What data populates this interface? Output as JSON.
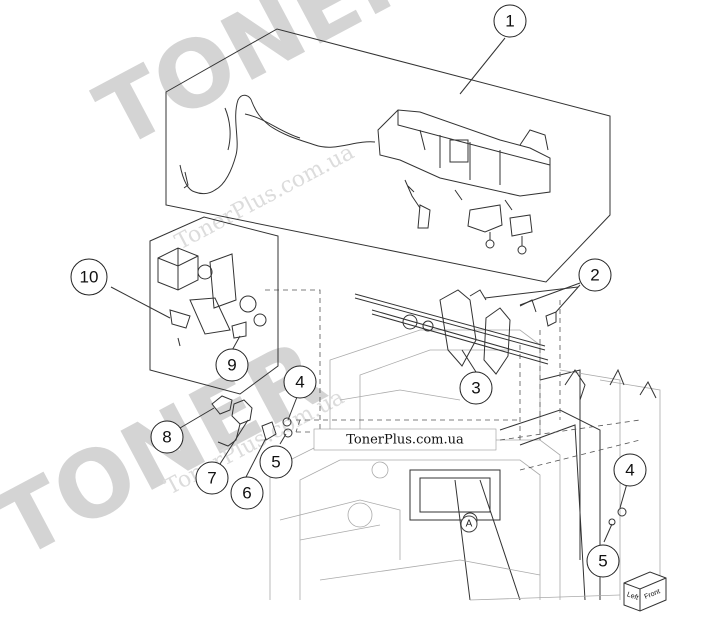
{
  "watermark": {
    "logo_text": "TONER",
    "site_text_1": "TonerPlus.com.ua",
    "site_text_2": "TonerPlus.com.ua"
  },
  "banner": {
    "text": "TonerPlus.com.ua"
  },
  "callouts": [
    {
      "id": "1",
      "label": "1"
    },
    {
      "id": "2",
      "label": "2"
    },
    {
      "id": "3",
      "label": "3"
    },
    {
      "id": "4a",
      "label": "4"
    },
    {
      "id": "5a",
      "label": "5"
    },
    {
      "id": "6",
      "label": "6"
    },
    {
      "id": "7",
      "label": "7"
    },
    {
      "id": "8",
      "label": "8"
    },
    {
      "id": "9",
      "label": "9"
    },
    {
      "id": "10",
      "label": "10"
    },
    {
      "id": "4b",
      "label": "4"
    },
    {
      "id": "5b",
      "label": "5"
    }
  ],
  "frame_marker": {
    "label": "A"
  },
  "orientation_box": {
    "left_label": "Left",
    "front_label": "Front"
  }
}
